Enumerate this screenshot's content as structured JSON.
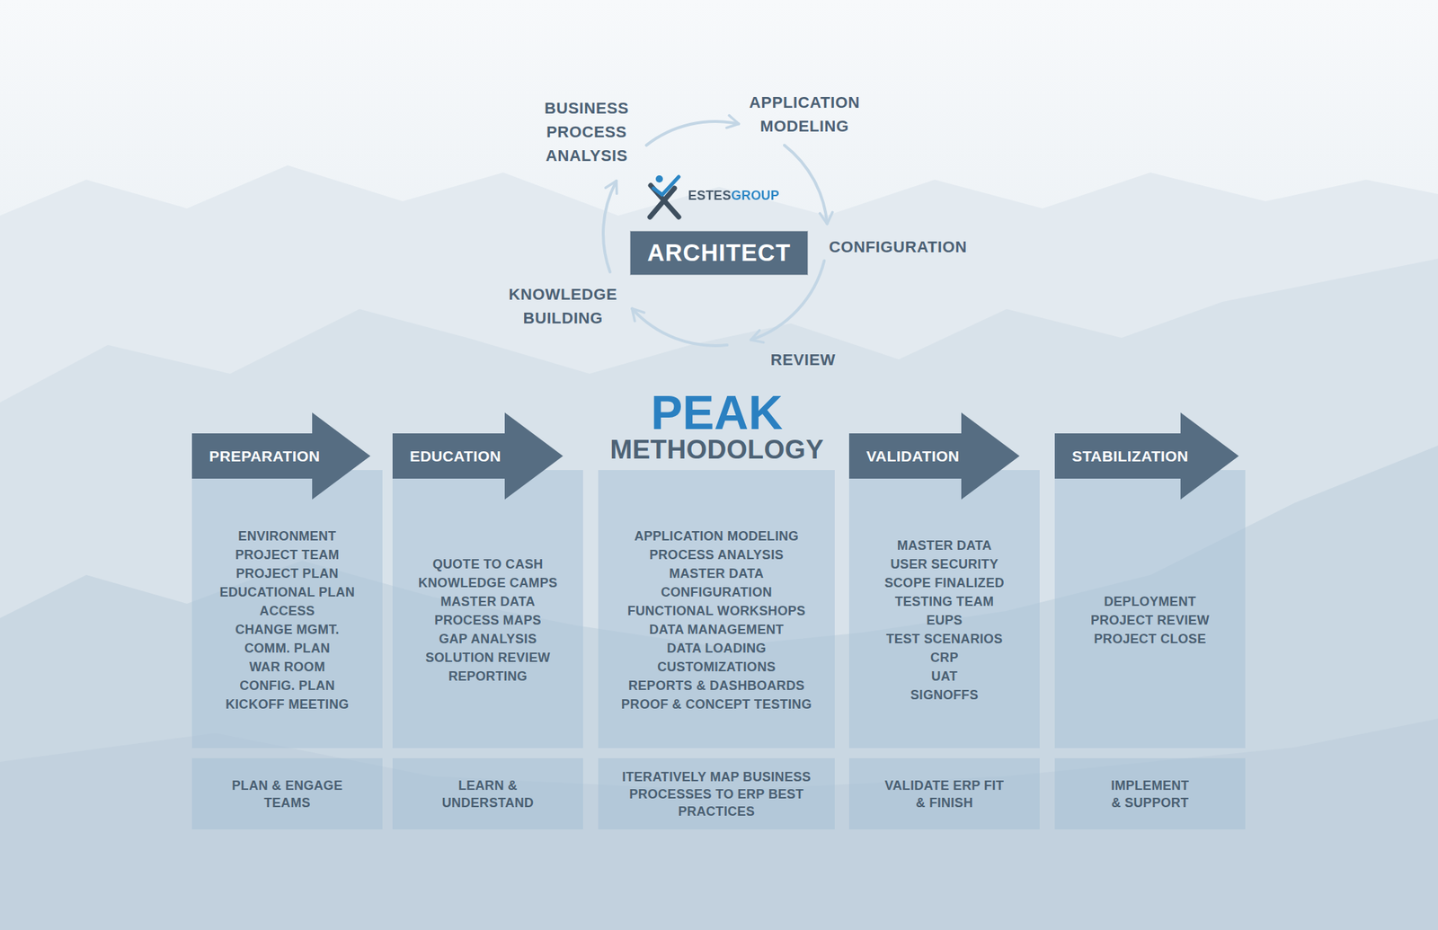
{
  "diagram": {
    "nodes": [
      {
        "text": [
          "ARCHITECT"
        ]
      },
      {
        "text": [
          "PREPARATION"
        ]
      },
      {
        "text": [
          "ENVIRONMENT",
          "PROJECT TEAM",
          "PROJECT PLAN",
          "EDUCATIONAL PLAN",
          "ACCESS",
          "CHANGE MGMT.",
          "COMM. PLAN",
          "WAR ROOM",
          "CONFIG. PLAN",
          "KICKOFF MEETING"
        ]
      },
      {
        "text": [
          "PLAN & ENGAGE TEAMS"
        ]
      },
      {
        "text": [
          "EDUCATION"
        ]
      },
      {
        "text": [
          "QUOTE TO CASH",
          "KNOWLEDGE CAMPS",
          "MASTER DATA",
          "PROCESS MAPS",
          "GAP ANALYSIS",
          "SOLUTION REVIEW",
          "REPORTING"
        ]
      },
      {
        "text": [
          "LEARN & UNDERSTAND"
        ]
      },
      {
        "text": [
          "APPLICATION MODELING",
          "PROCESS ANALYSIS",
          "MASTER DATA",
          "CONFIGURATION",
          "FUNCTIONAL WORKSHOPS",
          "DATA MANAGEMENT",
          "DATA LOADING",
          "CUSTOMIZATIONS",
          "REPORTS & DASHBOARDS",
          "PROOF & CONCEPT TESTING"
        ]
      },
      {
        "text": [
          "ITERATIVELY MAP BUSINESS PROCESSES TO ERP BEST PRACTICES"
        ]
      },
      {
        "text": [
          "VALIDATION"
        ]
      },
      {
        "text": [
          "MASTER DATA",
          "USER SECURITY",
          "SCOPE FINALIZED",
          "TESTING TEAM",
          "EUPS",
          "TEST SCENARIOS",
          "CRP",
          "UAT",
          "SIGNOFFS"
        ]
      },
      {
        "text": [
          "VALIDATE ERP FIT & FINISH"
        ]
      },
      {
        "text": [
          "STABILIZATION"
        ]
      },
      {
        "text": [
          "DEPLOYMENT",
          "PROJECT REVIEW",
          "PROJECT CLOSE"
        ]
      },
      {
        "text": [
          "IMPLEMENT & SUPPORT"
        ]
      }
    ],
    "labels": [
      "BUSINESS PROCESS ANALYSIS",
      "APPLICATION MODELING",
      "CONFIGURATION",
      "REVIEW",
      "KNOWLEDGE BUILDING",
      "ESTESGROUP",
      "PEAK",
      "METHODOLOGY"
    ]
  }
}
